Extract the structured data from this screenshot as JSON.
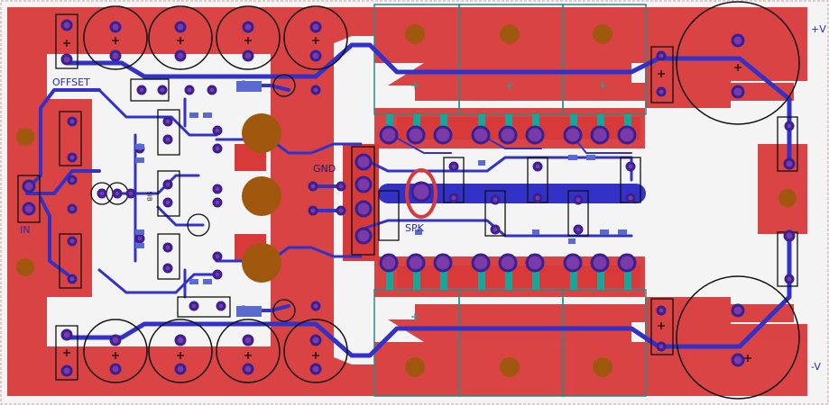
{
  "board": {
    "colors": {
      "background": "#f3f3f3",
      "top_copper": "#d9383a",
      "bottom_copper": "#3030c8",
      "via": "#7a2a8c",
      "pad_ring": "#4b2a9c",
      "mounting_hole": "#a0580e",
      "silkscreen": "#111111",
      "heatsink_outline": "#2a8a8a",
      "teal_pad": "#1aa59a",
      "label_blue": "#2a2ab4"
    },
    "labels": {
      "offset": "OFFSET",
      "input": "IN",
      "ground": "GND",
      "speaker": "SPK",
      "pos_supply": "+V",
      "neg_supply": "-V"
    },
    "silk_marks": {
      "sib": "SIB",
      "plus": "+"
    }
  }
}
